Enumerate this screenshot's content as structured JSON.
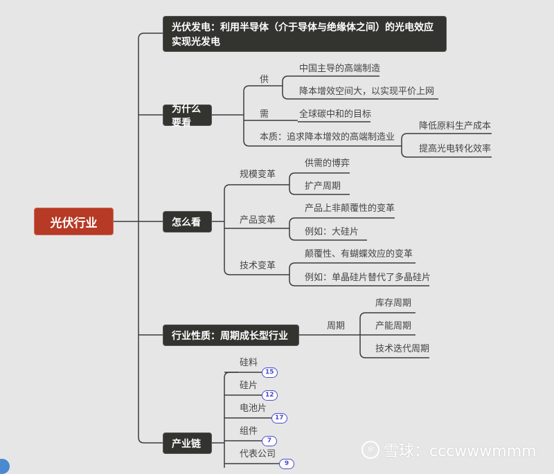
{
  "root": "光伏行业",
  "def": "光伏发电：利用半导体（介于导体与绝缘体之间）的光电效应实现光发电",
  "why": {
    "title": "为什么要看",
    "supply": "供",
    "supply_items": [
      "中国主导的高端制造",
      "降本增效空间大，以实现平价上网"
    ],
    "demand": "需",
    "demand_item": "全球碳中和的目标",
    "essence": "本质：追求降本增效的高端制造业",
    "essence_items": [
      "降低原料生产成本",
      "提高光电转化效率"
    ]
  },
  "how": {
    "title": "怎么看",
    "groups": [
      {
        "label": "规模变革",
        "items": [
          "供需的博弈",
          "扩产周期"
        ]
      },
      {
        "label": "产品变革",
        "items": [
          "产品上非颠覆性的变革",
          "例如：大硅片"
        ]
      },
      {
        "label": "技术变革",
        "items": [
          "颠覆性、有蝴蝶效应的变革",
          "例如：单晶硅片替代了多晶硅片"
        ]
      }
    ]
  },
  "nature": {
    "title": "行业性质：周期成长型行业",
    "cycle": "周期",
    "cycle_items": [
      "库存周期",
      "产能周期",
      "技术迭代周期"
    ]
  },
  "chain": {
    "title": "产业链",
    "items": [
      {
        "label": "硅料",
        "count": "15"
      },
      {
        "label": "硅片",
        "count": "12"
      },
      {
        "label": "电池片",
        "count": "17"
      },
      {
        "label": "组件",
        "count": "7"
      },
      {
        "label": "代表公司",
        "count": "9"
      }
    ]
  },
  "watermark": "雪球：cccwwwmmm"
}
